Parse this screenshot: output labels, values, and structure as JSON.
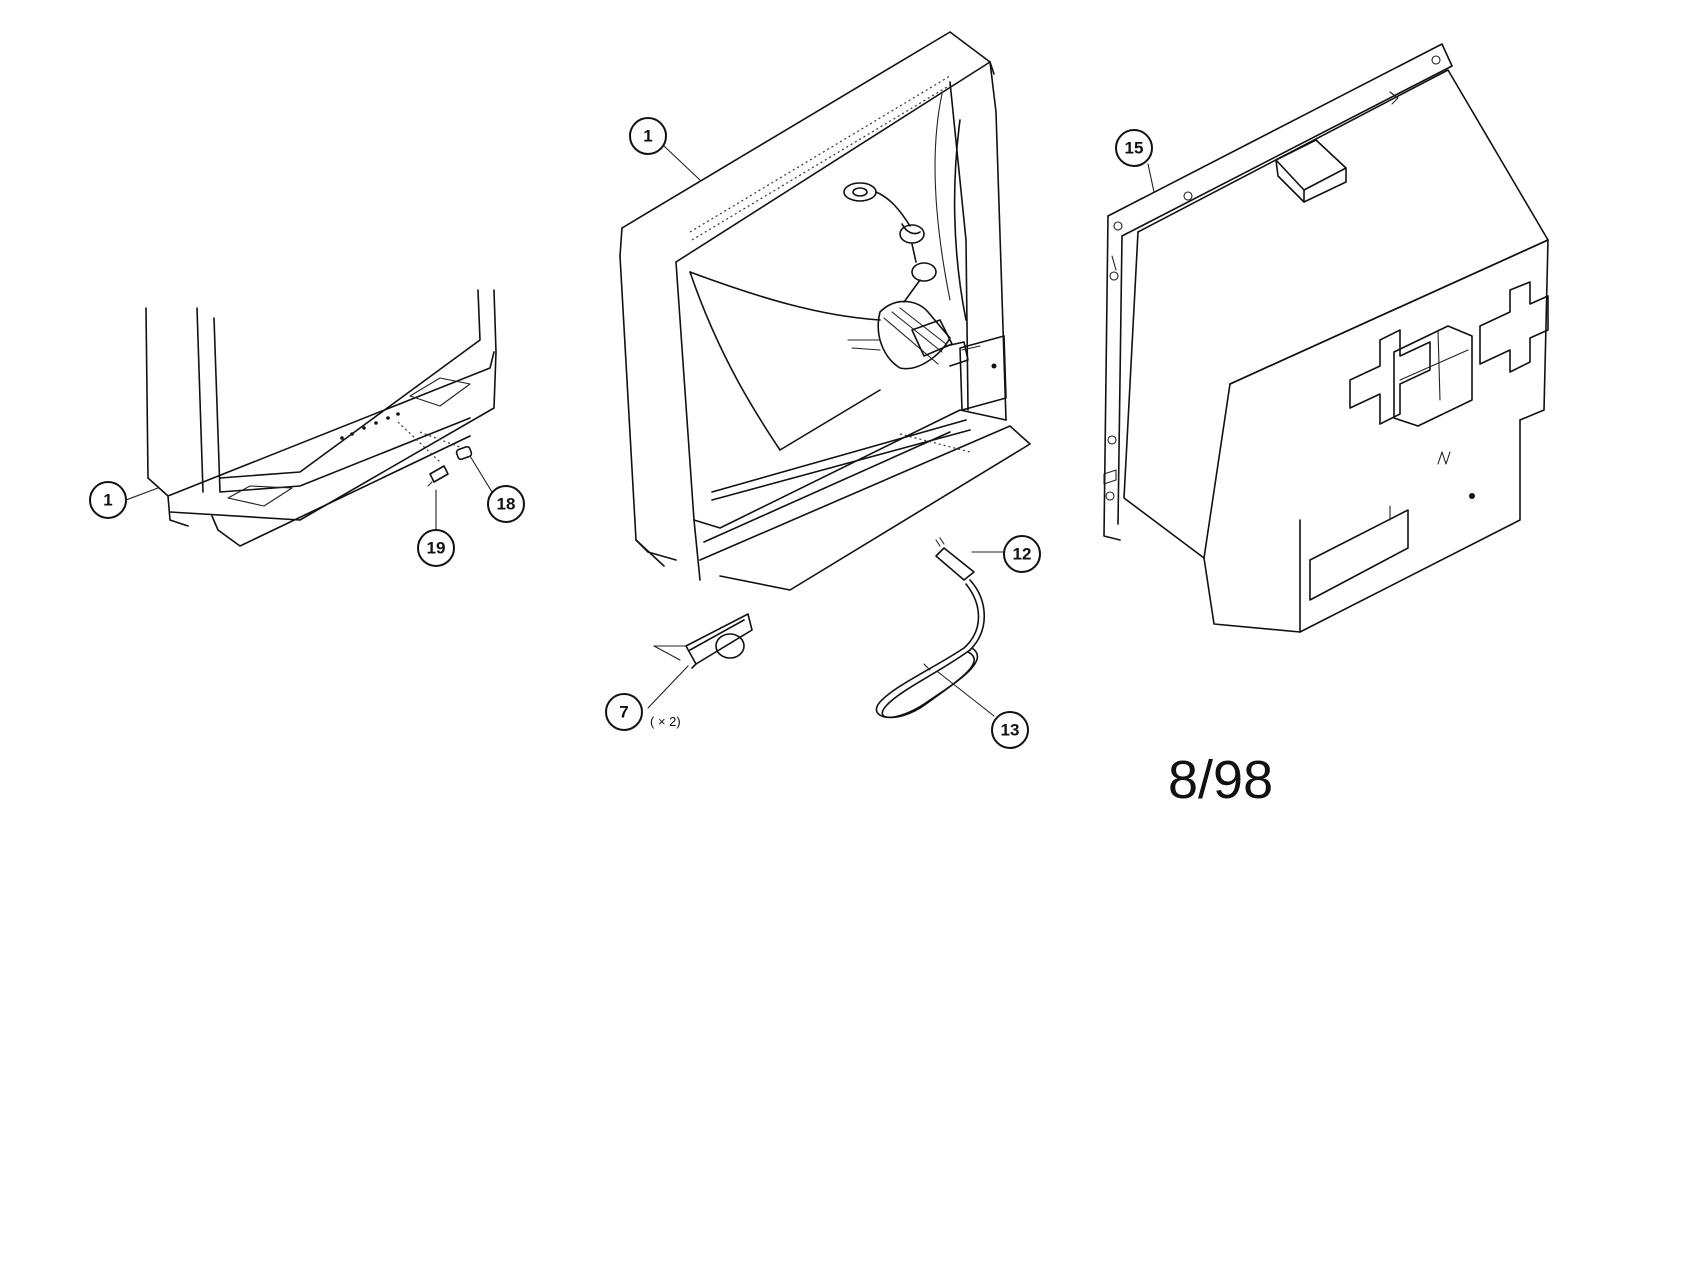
{
  "callouts": {
    "part_1_left": "1",
    "part_19": "19",
    "part_18": "18",
    "part_1_center": "1",
    "part_7": "7",
    "part_7_qty": "( × 2)",
    "part_12": "12",
    "part_13": "13",
    "part_15": "15"
  },
  "footer": {
    "date_code": "8/98"
  }
}
